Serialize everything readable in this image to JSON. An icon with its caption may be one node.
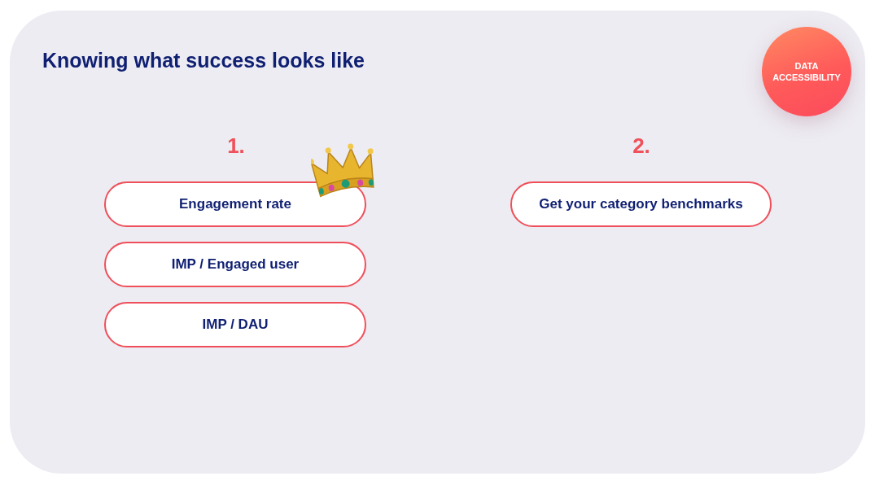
{
  "diagram": {
    "title": "Knowing what success looks like",
    "nodes": [
      {
        "text": [
          "DATA ACCESSIBILITY"
        ]
      },
      {
        "text": [
          "Engagement rate"
        ]
      },
      {
        "text": [
          "Get your category benchmarks"
        ]
      },
      {
        "text": [
          "IMP / Engaged user"
        ]
      },
      {
        "text": [
          "IMP / DAU"
        ]
      }
    ],
    "labels": [
      "1.",
      "2."
    ]
  }
}
